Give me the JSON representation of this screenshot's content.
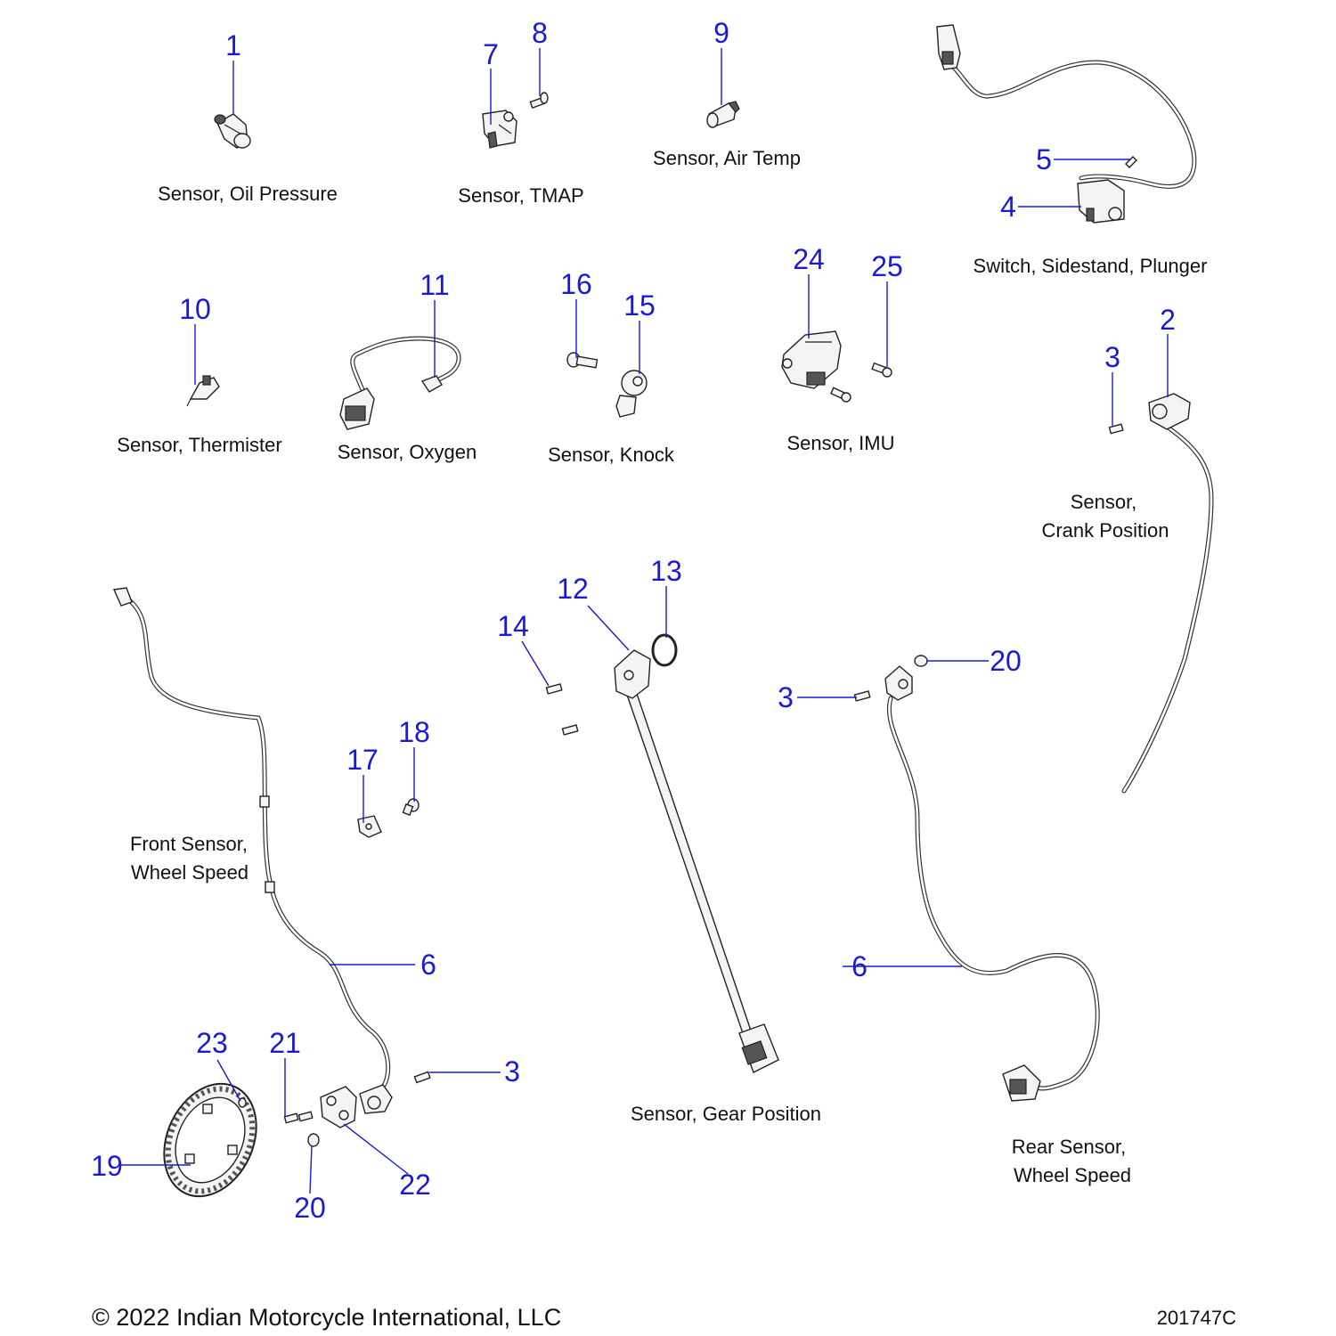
{
  "captions": {
    "oil_pressure": "Sensor, Oil Pressure",
    "tmap": "Sensor, TMAP",
    "air_temp": "Sensor, Air Temp",
    "sidestand": "Switch, Sidestand, Plunger",
    "thermister": "Sensor, Thermister",
    "oxygen": "Sensor, Oxygen",
    "knock": "Sensor, Knock",
    "imu": "Sensor, IMU",
    "crank_line1": "Sensor,",
    "crank_line2": "Crank Position",
    "front_line1": "Front Sensor,",
    "front_line2": "Wheel Speed",
    "gear_position": "Sensor, Gear Position",
    "rear_line1": "Rear Sensor,",
    "rear_line2": "Wheel Speed"
  },
  "callouts": {
    "c1": "1",
    "c2": "2",
    "c3a": "3",
    "c3b": "3",
    "c3c": "3",
    "c4": "4",
    "c5": "5",
    "c6a": "6",
    "c6b": "6",
    "c7": "7",
    "c8": "8",
    "c9": "9",
    "c10": "10",
    "c11": "11",
    "c12": "12",
    "c13": "13",
    "c14": "14",
    "c15": "15",
    "c16": "16",
    "c17": "17",
    "c18": "18",
    "c19": "19",
    "c20a": "20",
    "c20b": "20",
    "c21": "21",
    "c22": "22",
    "c23": "23",
    "c24": "24",
    "c25": "25"
  },
  "footer": {
    "copyright": "© 2022 Indian Motorcycle International, LLC",
    "doc_id": "201747C"
  }
}
